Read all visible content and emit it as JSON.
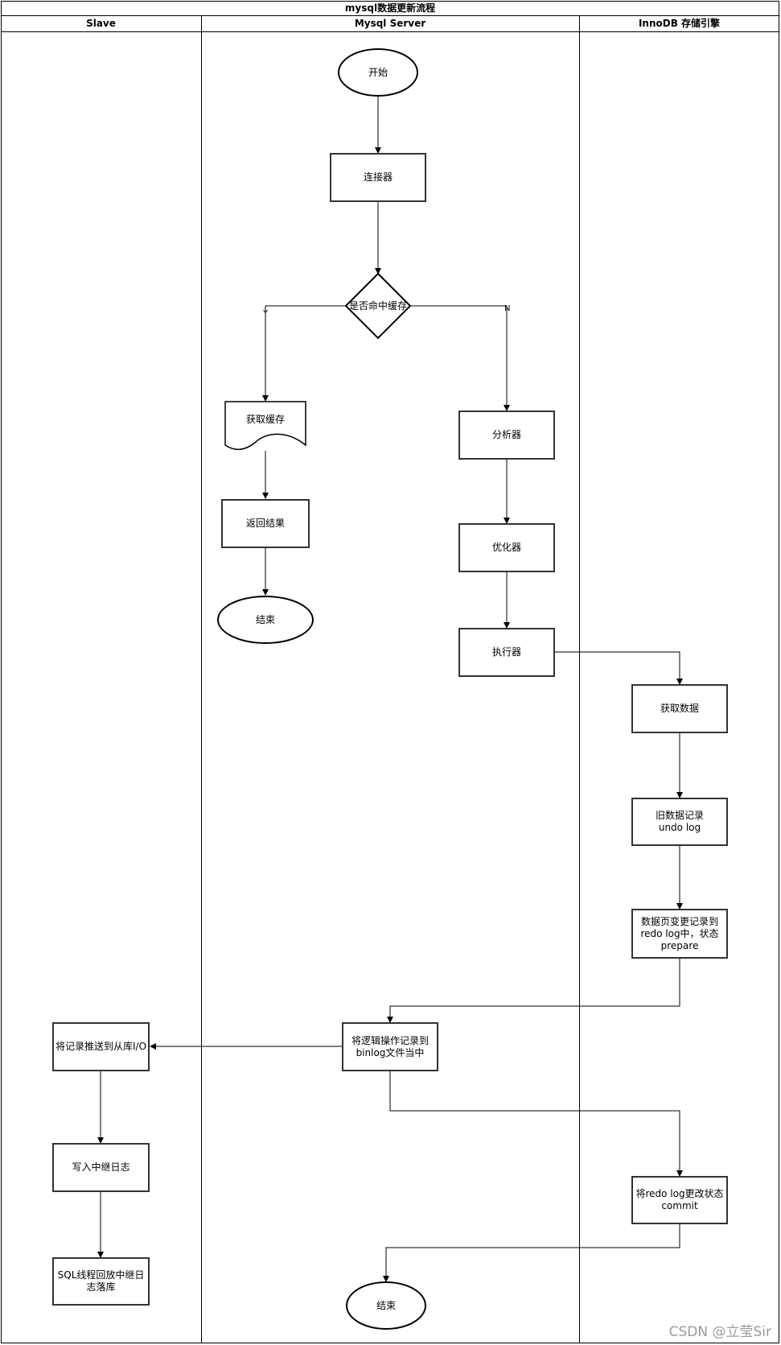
{
  "diagram": {
    "title": "mysql数据更新流程",
    "lanes": [
      "Slave",
      "Mysql Server",
      "InnoDB 存储引擎"
    ],
    "nodes": {
      "start": "开始",
      "connector": "连接器",
      "cache_hit": "是否命中缓存",
      "get_cache": "获取缓存",
      "return_result": "返回结果",
      "end_cache": "结束",
      "analyzer": "分析器",
      "optimizer": "优化器",
      "executor": "执行器",
      "fetch_data": "获取数据",
      "undo_log": "旧数据记录\nundo log",
      "redo_prepare": "数据页变更记录到\nredo log中，状态\nprepare",
      "binlog": "将逻辑操作记录到\nbinlog文件当中",
      "push_slave": "将记录推送到从库I/O",
      "relay_log": "写入中继日志",
      "sql_replay": "SQL线程回放中继日\n志落库",
      "redo_commit": "将redo log更改状态\ncommit",
      "end_final": "结束"
    },
    "edge_labels": {
      "yes": "Y",
      "no": "N"
    }
  },
  "watermark": "CSDN @立莹Sir"
}
